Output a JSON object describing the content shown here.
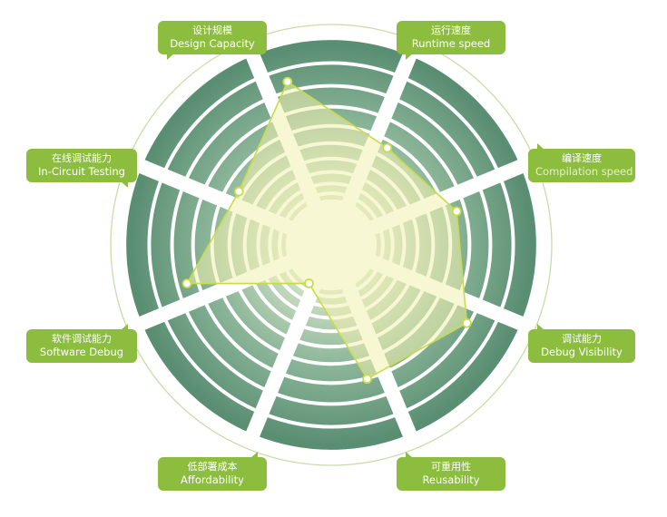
{
  "chart_data": {
    "type": "radar",
    "rings": 10,
    "categories": [
      {
        "zh": "设计规模",
        "en": "Design Capacity"
      },
      {
        "zh": "运行速度",
        "en": "Runtime speed"
      },
      {
        "zh": "编译速度",
        "en": "Compilation speed"
      },
      {
        "zh": "调试能力",
        "en": "Debug Visibility"
      },
      {
        "zh": "可重用性",
        "en": "Reusability"
      },
      {
        "zh": "低部署成本",
        "en": "Affordability"
      },
      {
        "zh": "软件调试能力",
        "en": "Software Debug"
      },
      {
        "zh": "在线调试能力",
        "en": "In-Circuit Testing"
      }
    ],
    "values": [
      9.5,
      6.3,
      7.3,
      8.8,
      7.8,
      2.5,
      8.4,
      6.0
    ],
    "colors": {
      "accent": "#8cbd3f",
      "series_line": "#c8dc4a",
      "series_fill": "#f2f0b0",
      "ring_outer": "#5f9478",
      "ring_inner": "#e6efe2",
      "guide_circle": "#c9dca8"
    }
  }
}
